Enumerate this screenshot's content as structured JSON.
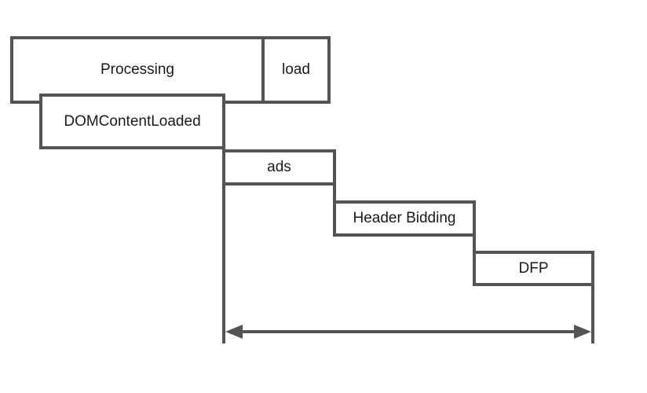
{
  "diagram": {
    "stages": {
      "processing": "Processing",
      "load": "load",
      "dom_content_loaded": "DOMContentLoaded",
      "ads": "ads",
      "header_bidding": "Header Bidding",
      "dfp": "DFP"
    },
    "colors": {
      "stroke": "#545454",
      "text": "#1a1a1a",
      "background": "#ffffff"
    }
  }
}
